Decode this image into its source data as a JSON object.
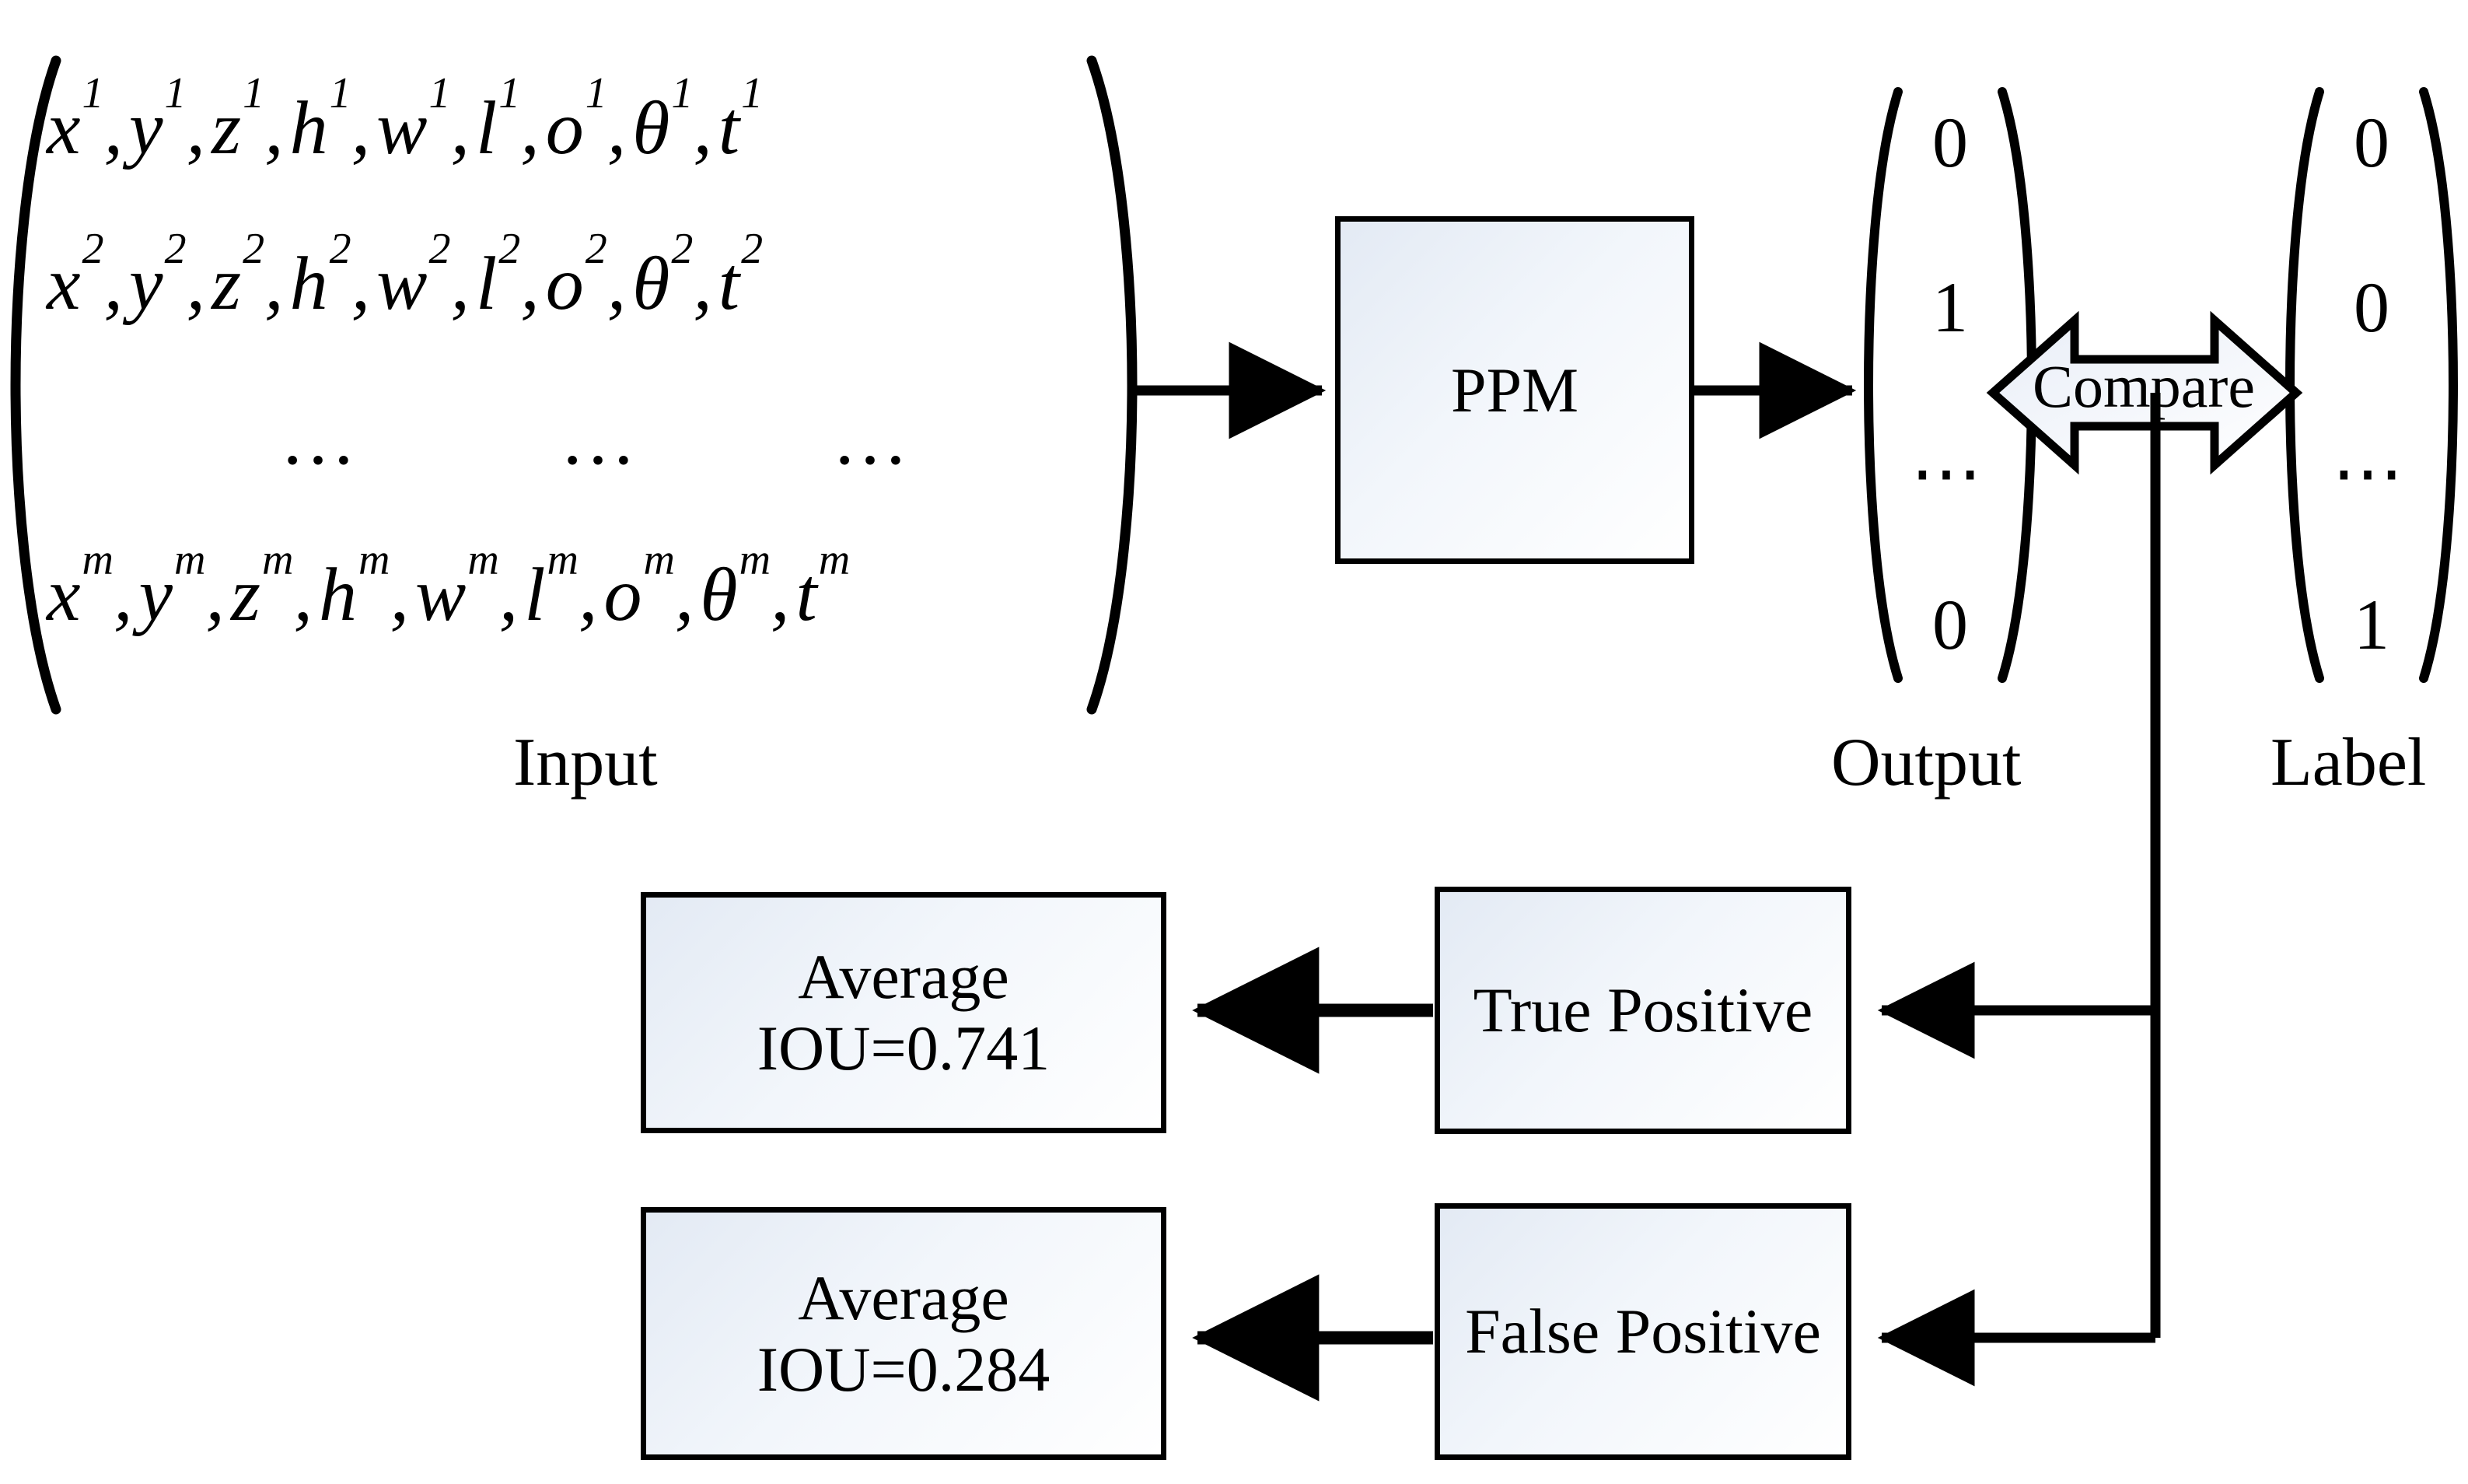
{
  "diagram": {
    "title": "PPM evaluation pipeline",
    "colors": {
      "stroke": "#000000",
      "box_fill_start": "#e3eaf4",
      "box_fill_end": "#ffffff",
      "arrow_fill": "#f2f5fb",
      "background": "#ffffff"
    }
  },
  "input_matrix": {
    "caption": "Input",
    "variables": [
      "x",
      "y",
      "z",
      "h",
      "w",
      "l",
      "o",
      "θ",
      "t"
    ],
    "row_superscripts": [
      "1",
      "2",
      "m"
    ],
    "ellipsis": "…",
    "ellipsis_count": 3,
    "comma": ",",
    "rows": [
      {
        "superscript": "1",
        "terms": [
          {
            "var": "x",
            "sup": "1"
          },
          {
            "var": "y",
            "sup": "1"
          },
          {
            "var": "z",
            "sup": "1"
          },
          {
            "var": "h",
            "sup": "1"
          },
          {
            "var": "w",
            "sup": "1"
          },
          {
            "var": "l",
            "sup": "1"
          },
          {
            "var": "o",
            "sup": "1"
          },
          {
            "var": "θ",
            "sup": "1"
          },
          {
            "var": "t",
            "sup": "1"
          }
        ]
      },
      {
        "superscript": "2",
        "terms": [
          {
            "var": "x",
            "sup": "2"
          },
          {
            "var": "y",
            "sup": "2"
          },
          {
            "var": "z",
            "sup": "2"
          },
          {
            "var": "h",
            "sup": "2"
          },
          {
            "var": "w",
            "sup": "2"
          },
          {
            "var": "l",
            "sup": "2"
          },
          {
            "var": "o",
            "sup": "2"
          },
          {
            "var": "θ",
            "sup": "2"
          },
          {
            "var": "t",
            "sup": "2"
          }
        ]
      },
      {
        "superscript": "m",
        "terms": [
          {
            "var": "x",
            "sup": "m"
          },
          {
            "var": "y",
            "sup": "m"
          },
          {
            "var": "z",
            "sup": "m"
          },
          {
            "var": "h",
            "sup": "m"
          },
          {
            "var": "w",
            "sup": "m"
          },
          {
            "var": "l",
            "sup": "m"
          },
          {
            "var": "o",
            "sup": "m"
          },
          {
            "var": "θ",
            "sup": "m"
          },
          {
            "var": "t",
            "sup": "m"
          }
        ]
      }
    ]
  },
  "ppm": {
    "label": "PPM"
  },
  "output_vector": {
    "caption": "Output",
    "values": [
      "0",
      "1",
      "⋯",
      "0"
    ]
  },
  "label_vector": {
    "caption": "Label",
    "values": [
      "0",
      "0",
      "⋯",
      "1"
    ]
  },
  "compare": {
    "label": "Compare"
  },
  "metrics": [
    {
      "source": "True Positive",
      "result_line1": "Average",
      "result_line2": "IOU=0.741",
      "iou": 0.741
    },
    {
      "source": "False Positive",
      "result_line1": "Average",
      "result_line2": "IOU=0.284",
      "iou": 0.284
    }
  ]
}
